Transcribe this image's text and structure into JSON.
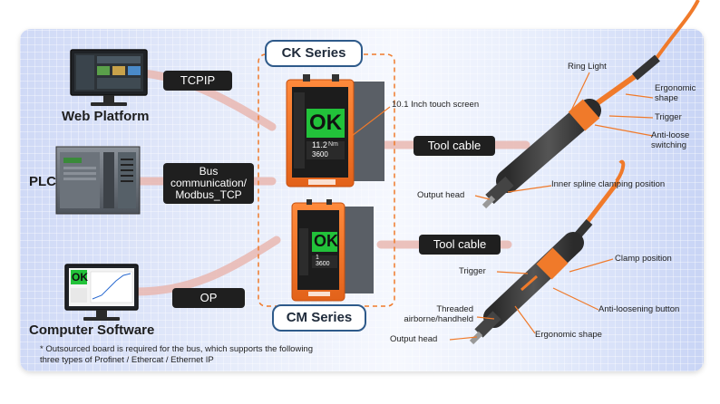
{
  "sources": {
    "web_platform": "Web Platform",
    "plc": "PLC",
    "computer_software": "Computer Software"
  },
  "links": {
    "tcpip": "TCPIP",
    "bus_line1": "Bus",
    "bus_line2": "communication/",
    "bus_line3": "Modbus_TCP",
    "op": "OP",
    "tool_cable_top": "Tool cable",
    "tool_cable_bottom": "Tool cable"
  },
  "controllers": {
    "ck_series": "CK Series",
    "cm_series": "CM Series",
    "ck_screen_ok": "OK",
    "ck_screen_torque": "11.2",
    "ck_screen_unit": "Nm",
    "ck_screen_angle": "3600",
    "cm_screen_ok": "OK",
    "cm_screen_torque": "1",
    "cm_screen_angle": "3600",
    "touch_screen_label": "10.1 Inch touch screen"
  },
  "software_screen_ok": "OK",
  "top_tool": {
    "ring_light": "Ring Light",
    "ergonomic_shape_l1": "Ergonomic",
    "ergonomic_shape_l2": "shape",
    "trigger": "Trigger",
    "anti_loose_l1": "Anti-loose",
    "anti_loose_l2": "switching",
    "inner_spline": "Inner spline clamping position",
    "output_head": "Output head"
  },
  "bottom_tool": {
    "clamp_position": "Clamp position",
    "trigger": "Trigger",
    "anti_loosening": "Anti-loosening button",
    "threaded_l1": "Threaded",
    "threaded_l2": "airborne/handheld",
    "ergonomic_shape": "Ergonomic shape",
    "output_head": "Output head"
  },
  "footnote": {
    "line1": "*  Outsourced board is required for the bus, which supports the following",
    "line2": "three types of Profinet / Ethercat / Ethernet IP"
  },
  "colors": {
    "orange": "#f07a2a",
    "screen_green": "#22c23a",
    "pill_bg": "#1f1f1f",
    "series_border": "#2e5a8a"
  }
}
